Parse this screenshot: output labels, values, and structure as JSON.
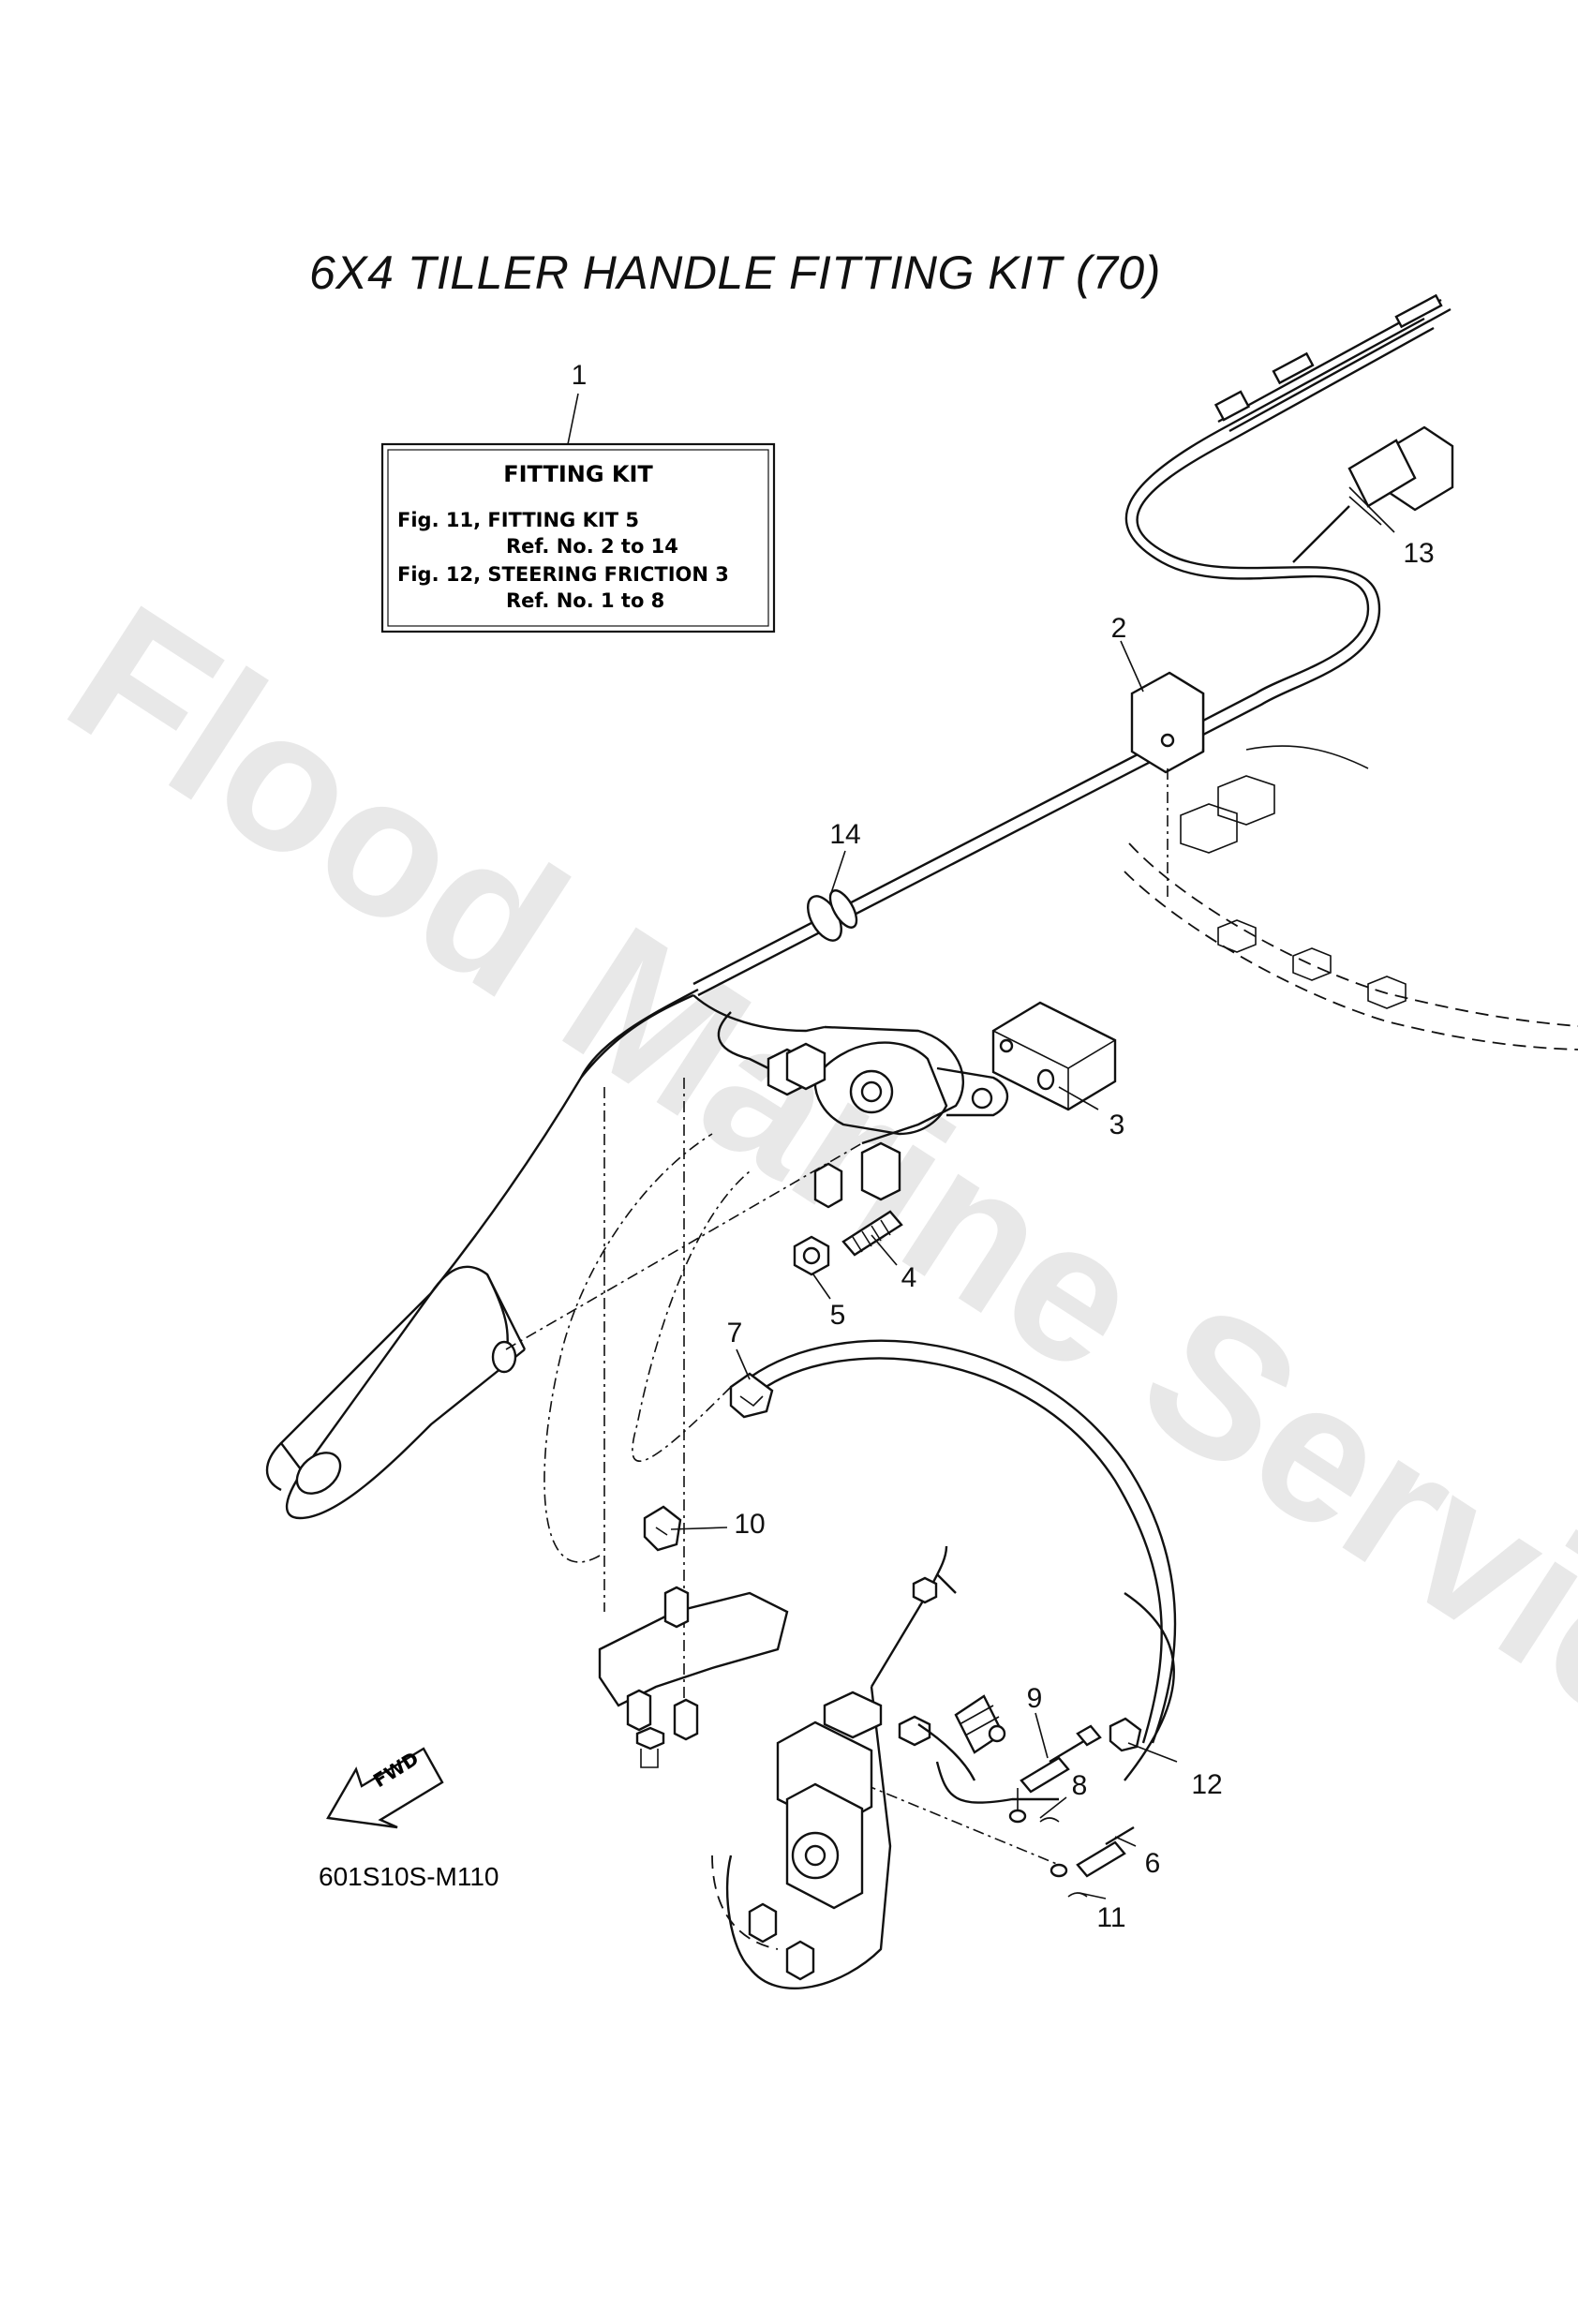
{
  "title": "6X4 TILLER HANDLE FITTING KIT (70)",
  "watermark": "Flood Marine Services",
  "fitting_kit_box": {
    "heading": "FITTING KIT",
    "lines": [
      "Fig. 11, FITTING KIT 5",
      "Ref. No. 2 to 14",
      "Fig. 12, STEERING FRICTION 3",
      "Ref. No. 1 to 8"
    ]
  },
  "callouts": [
    "1",
    "2",
    "3",
    "4",
    "5",
    "6",
    "7",
    "8",
    "9",
    "10",
    "11",
    "12",
    "13",
    "14"
  ],
  "fwd_label": "FWD",
  "drawing_code": "601S10S-M110"
}
